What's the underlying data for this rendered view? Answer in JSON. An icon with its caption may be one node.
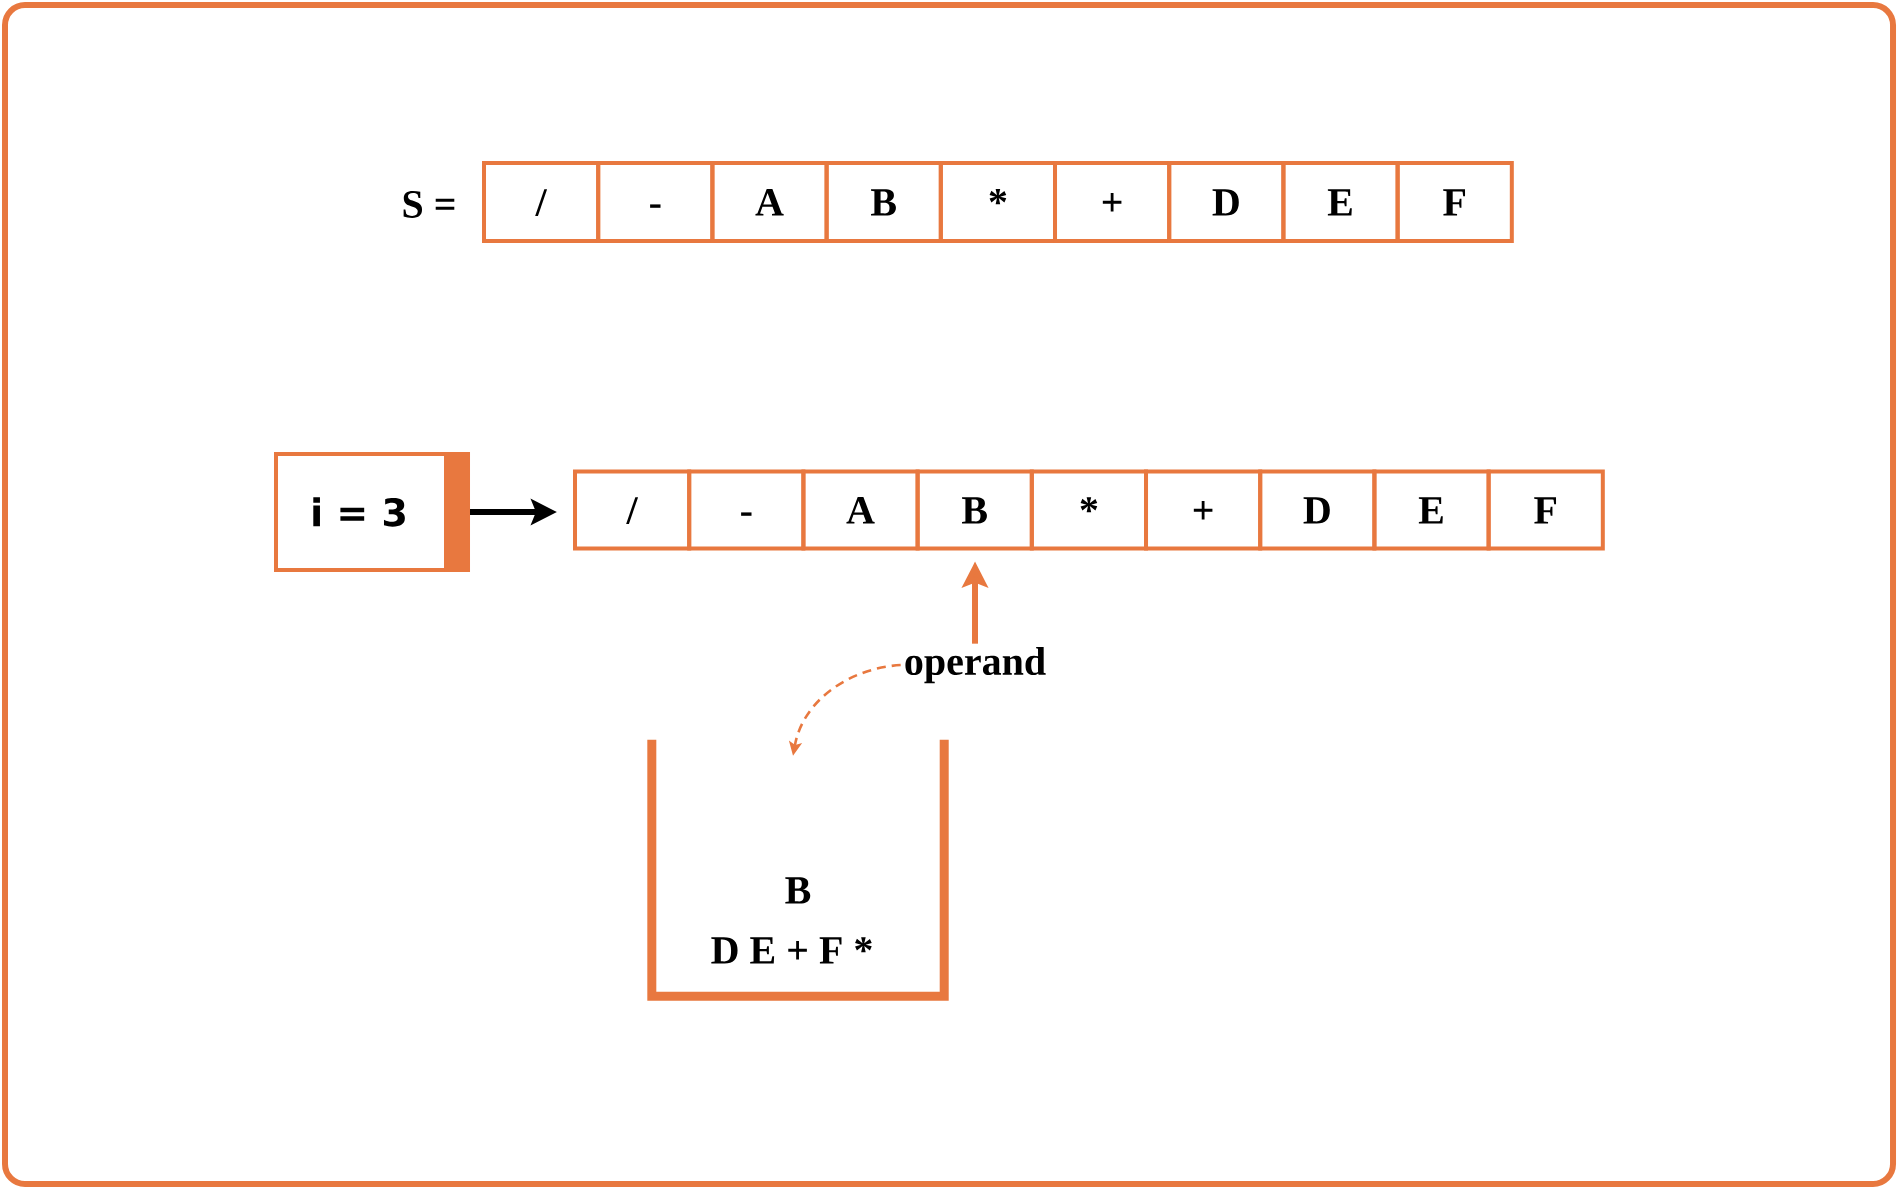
{
  "diagram": {
    "nodes": [
      {
        "text": [
          "/"
        ]
      },
      {
        "text": [
          "-"
        ]
      },
      {
        "text": [
          "A"
        ]
      },
      {
        "text": [
          "B"
        ]
      },
      {
        "text": [
          "*"
        ]
      },
      {
        "text": [
          "+"
        ]
      },
      {
        "text": [
          "D"
        ]
      },
      {
        "text": [
          "E"
        ]
      },
      {
        "text": [
          "F"
        ]
      },
      {
        "text": [
          "i = 3"
        ]
      },
      {
        "text": [
          "/"
        ]
      },
      {
        "text": [
          "-"
        ]
      },
      {
        "text": [
          "A"
        ]
      },
      {
        "text": [
          "B"
        ]
      },
      {
        "text": [
          "*"
        ]
      },
      {
        "text": [
          "+"
        ]
      },
      {
        "text": [
          "D"
        ]
      },
      {
        "text": [
          "E"
        ]
      },
      {
        "text": [
          "F"
        ]
      },
      {
        "text": [
          "operand"
        ]
      },
      {
        "text": [
          "B",
          "D E + F *"
        ]
      }
    ],
    "edges": [
      {
        "from": 9,
        "to": 10,
        "arrow": "to",
        "color": "#000000"
      },
      {
        "from": 19,
        "to": 13,
        "arrow": "to"
      },
      {
        "from": 19,
        "to": 20,
        "arrow": "to",
        "style": "dashed"
      }
    ],
    "labels": [
      "S ="
    ]
  }
}
